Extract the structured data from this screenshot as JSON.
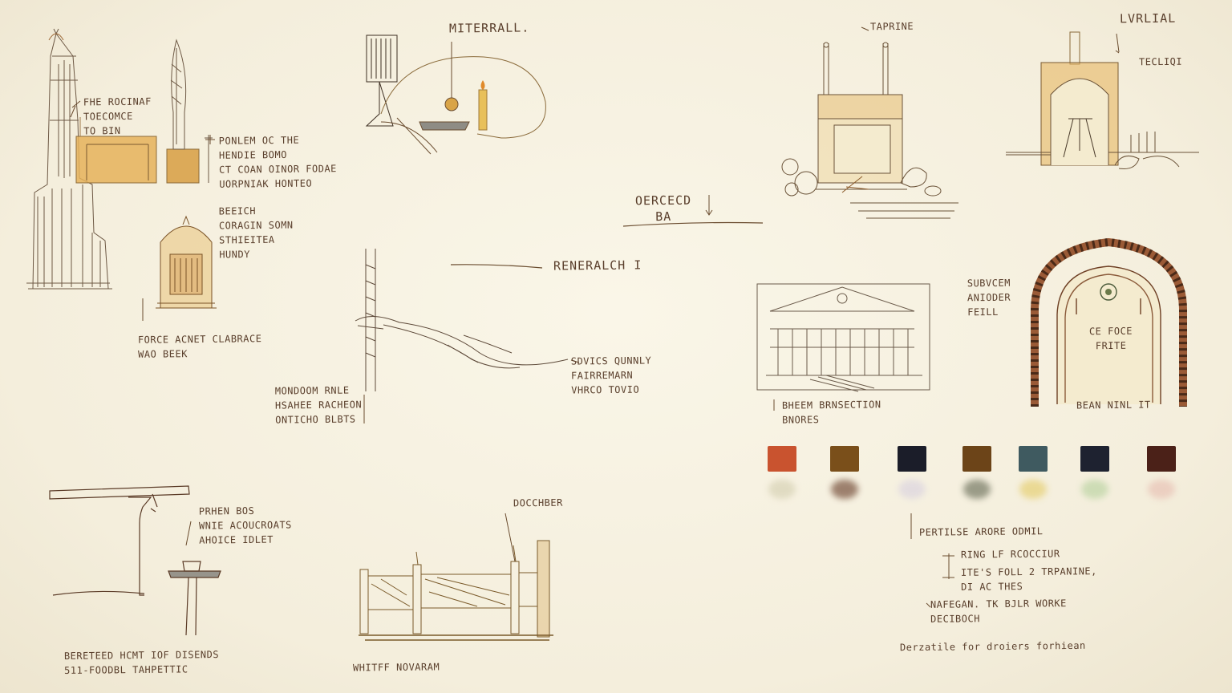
{
  "annotations": {
    "tower_note": "Fhe Rocinaf\nToecomce\nTo Bin",
    "pollen_note": "Ponlem Oc The\nHendie Bomo\nCt Coan Oinor Fodae\nUorpniak Honteo",
    "beeich_note": "Beeich\nCoragin Somn\nSthieitea\nHundy",
    "altar_caption": "Force Acnet Clabrace\nWao Beek",
    "miterral_label": "Miterrall.",
    "oercecd_label": "Oercecd\nBA",
    "reneralch_label": "Reneralch I",
    "mondoom_note": "Mondoom Rnle\nHsahee Racheon\nOnticho Blbts",
    "sdvics_note": "Sdvics Qunnly\nFairremarn\nVhrco Tovio",
    "taprine_label": "Taprine",
    "lvrlial_label": "Lvrlial",
    "tecliqi_label": "Tecliqi",
    "bheem_caption": "Bheem Brnsection\nBnores",
    "subvcem_note": "Subvcem\nAnioder\nFeill",
    "cefoce_label": "Ce Foce\nFrite",
    "bean_caption": "Bean Ninl It",
    "prhen_note": "Prhen Bos\nWnie Acoucroats\nAhoice Idlet",
    "bereteed_caption": "Bereteed Hcmt Iof Disends\n511-Foodbl Tahpettic",
    "docchber_label": "Docchber",
    "whitff_caption": "Whitff Novaram",
    "pertilse_note": "Pertilse Arore Odmil",
    "list_1": "Ring Lf Rcocciur",
    "list_2": "Ite's Foll 2 Trpanine,\nDi Ac Thes",
    "list_3": "Nafegan. Tk Bjlr Worke\nDeciboch",
    "footer_note": "Derzatile for droiers forhiean"
  },
  "palette": [
    {
      "name": "burnt-orange",
      "color": "#c9532f",
      "smudge": "#d9d4b8"
    },
    {
      "name": "raw-umber",
      "color": "#7a4f1a",
      "smudge": "#7f5b47"
    },
    {
      "name": "ink-black",
      "color": "#1b1d29",
      "smudge": "#ddd6df"
    },
    {
      "name": "textured-sienna",
      "color": "#6c4418",
      "smudge": "#7c7f6a"
    },
    {
      "name": "slate-teal",
      "color": "#3f5a60",
      "smudge": "#e7d27c"
    },
    {
      "name": "midnight",
      "color": "#1e2230",
      "smudge": "#c0d6a8"
    },
    {
      "name": "oxblood",
      "color": "#4b2118",
      "smudge": "#e9c5b8"
    }
  ]
}
